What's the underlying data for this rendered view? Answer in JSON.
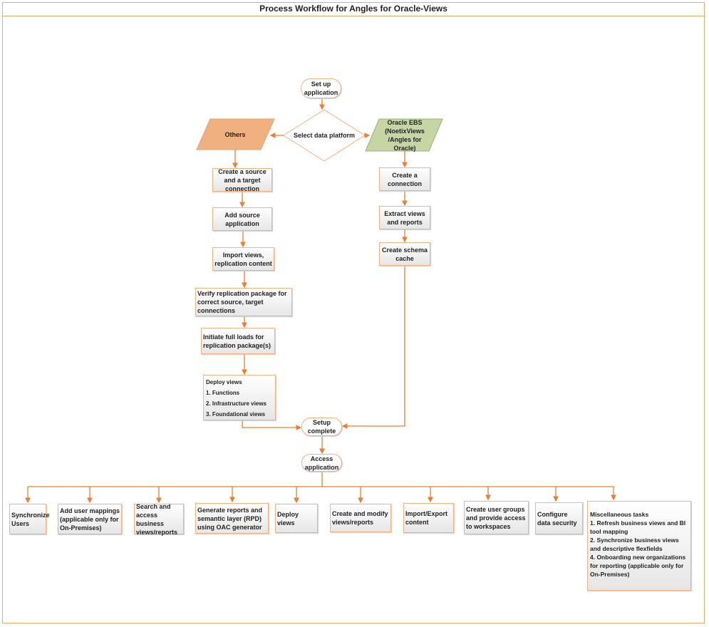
{
  "title": "Process Workflow for Angles for Oracle-Views",
  "colors": {
    "line": "#ed7d31",
    "border": "#f4b183",
    "others_fill": "#f4b183",
    "oracle_fill": "#c5d6a4"
  },
  "nodes": {
    "setup": "Set up application",
    "decision": "Select data platform",
    "others": "Others",
    "oracle": "Oracle EBS (NoetixViews /Angles for Oracle)",
    "create_source_target": "Create a source and a target connection",
    "add_source": "Add source application",
    "import_views": "Import views, replication content",
    "verify": "Verify replication package for correct source, target connections",
    "initiate": "Initiate full loads for replication package(s)",
    "deploy": {
      "title": "Deploy views",
      "items": [
        "1. Functions",
        "2. Infrastructure views",
        "3. Foundational views"
      ]
    },
    "create_connection": "Create a connection",
    "extract": "Extract views and reports",
    "schema_cache": "Create schema cache",
    "setup_complete": "Setup complete",
    "access": "Access application"
  },
  "tasks": [
    "Synchronize Users",
    "Add user mappings (applicable only for On-Premises)",
    "Search and access business views/reports",
    "Generate reports and semantic layer (RPD) using OAC generator",
    "Deploy views",
    "Create and modify views/reports",
    "Import/Export content",
    "Create user groups and provide access to workspaces",
    "Configure data security"
  ],
  "misc": {
    "title": "Miscellaneous tasks",
    "items": [
      "1. Refresh business views and BI tool mapping",
      "2. Synchronize business views and descriptive flexfields",
      "4. Onboarding new organizations for reporting (applicable only for On-Premises)"
    ]
  }
}
